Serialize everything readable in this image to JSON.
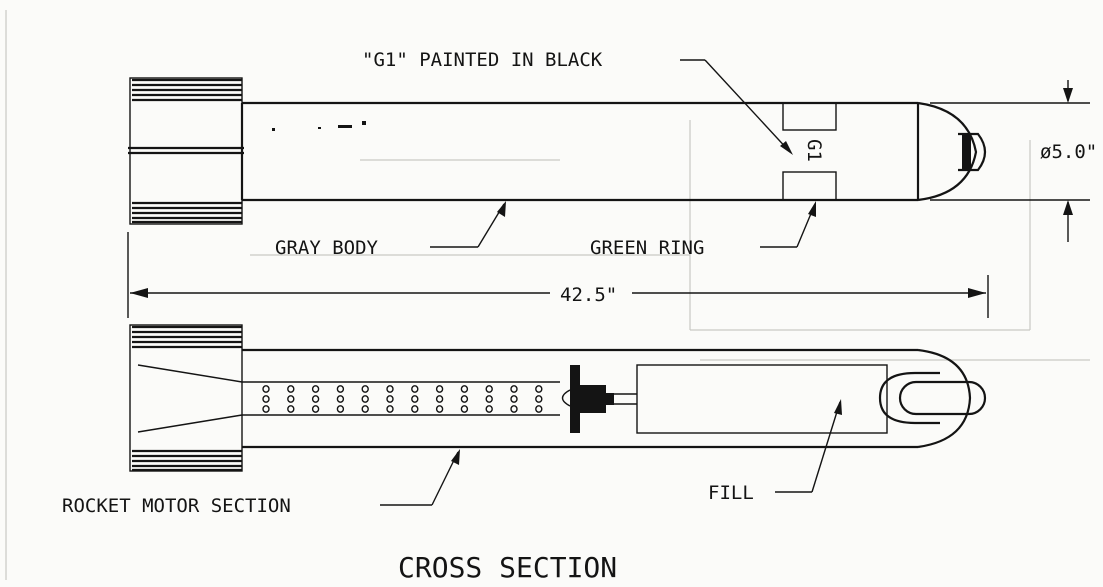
{
  "labels": {
    "g1_painted": "\"G1\" PAINTED IN BLACK",
    "g1_marking": "G1",
    "diameter": "ø5.0\"",
    "gray_body": "GRAY BODY",
    "green_ring": "GREEN RING",
    "length": "42.5\"",
    "rocket_motor": "ROCKET MOTOR SECTION",
    "fill": "FILL",
    "cross_section": "CROSS SECTION"
  }
}
